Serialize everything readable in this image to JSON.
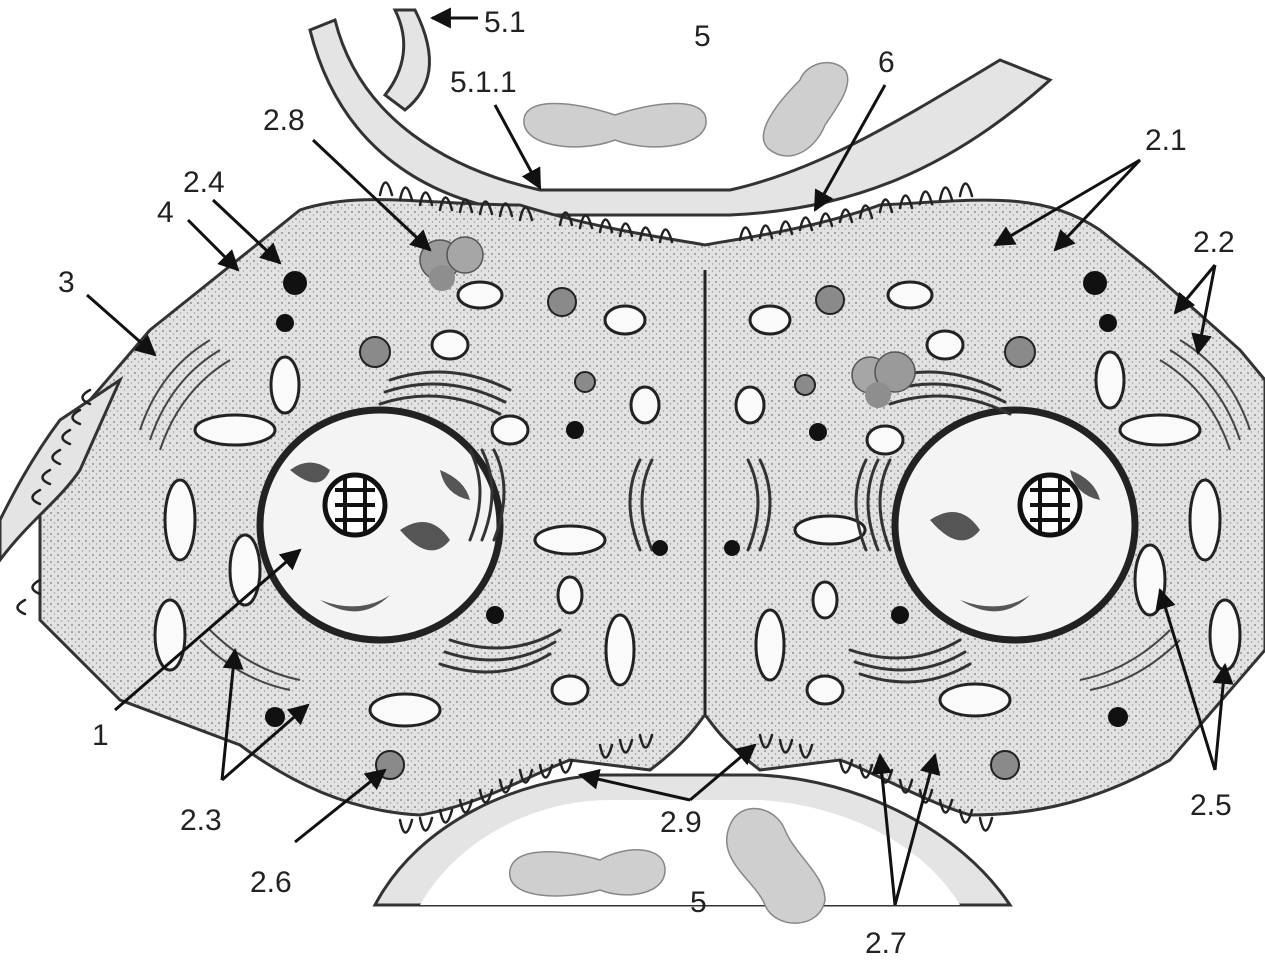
{
  "labels": {
    "l_5_1": "5.1",
    "l_5_top": "5",
    "l_5_1_1": "5.1.1",
    "l_6": "6",
    "l_2_8": "2.8",
    "l_2_1": "2.1",
    "l_2_4": "2.4",
    "l_4": "4",
    "l_2_2": "2.2",
    "l_3": "3",
    "l_1": "1",
    "l_2_3": "2.3",
    "l_2_9": "2.9",
    "l_2_5": "2.5",
    "l_2_6": "2.6",
    "l_5_bottom": "5",
    "l_2_7": "2.7"
  }
}
